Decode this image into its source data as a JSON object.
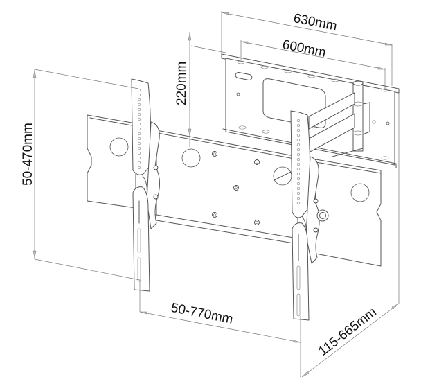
{
  "diagram": {
    "subject": "full-motion-tv-wall-mount",
    "line_color": "#555555",
    "text_color": "#111111",
    "background": "#ffffff"
  },
  "dimensions": {
    "wall_plate_outer_width": "630mm",
    "wall_plate_hole_spacing": "600mm",
    "wall_plate_height": "220mm",
    "vertical_vesa_range": "50-470mm",
    "horizontal_vesa_range": "50-770mm",
    "arm_extension_range": "115-665mm"
  }
}
